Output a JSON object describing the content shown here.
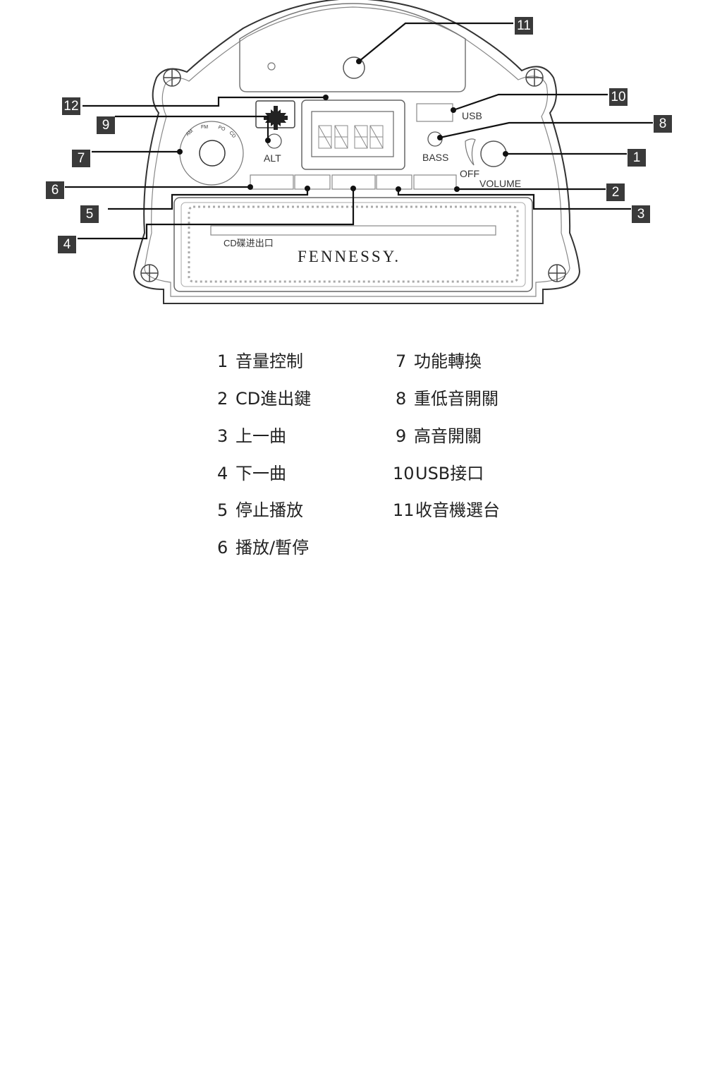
{
  "device": {
    "labels": {
      "usb": "USB",
      "bass": "BASS",
      "alt": "ALT",
      "off": "OFF",
      "volume": "VOLUME",
      "cd_slot": "CD碟进出口",
      "brand": "FENNESSY.",
      "dial_marks": [
        "AM",
        "FM",
        "PO",
        "CD"
      ]
    }
  },
  "callouts": [
    "1",
    "2",
    "3",
    "4",
    "5",
    "6",
    "7",
    "8",
    "9",
    "10",
    "11",
    "12"
  ],
  "legend": [
    {
      "num": "1",
      "text": "音量控制"
    },
    {
      "num": "2",
      "text": "CD進出鍵"
    },
    {
      "num": "3",
      "text": "上一曲"
    },
    {
      "num": "4",
      "text": "下一曲"
    },
    {
      "num": "5",
      "text": "停止播放"
    },
    {
      "num": "6",
      "text": "播放/暫停"
    },
    {
      "num": "7",
      "text": "功能轉換"
    },
    {
      "num": "8",
      "text": "重低音開關"
    },
    {
      "num": "9",
      "text": "高音開關"
    },
    {
      "num": "10",
      "text": "USB接口"
    },
    {
      "num": "11",
      "text": "收音機選台"
    }
  ]
}
